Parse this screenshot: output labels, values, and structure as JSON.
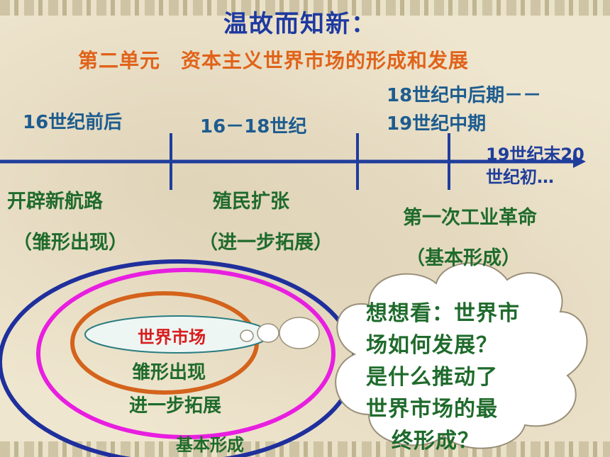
{
  "title": "温故而知新：",
  "subtitle": "第二单元　资本主义世界市场的形成和发展",
  "timeline": {
    "periods": [
      "16世纪前后",
      "16－18世纪",
      "18世纪中后期－－",
      "19世纪中期",
      "19世纪末20",
      "世纪初…"
    ],
    "events": [
      "开辟新航路",
      "殖民扩张",
      "第一次工业革命"
    ],
    "stages": [
      "（雏形出现）",
      "（进一步拓展）",
      "（基本形成）"
    ]
  },
  "diagram": {
    "center_label": "世界市场",
    "stage_labels": [
      "雏形出现",
      "进一步拓展",
      "基本形成"
    ]
  },
  "cloud": {
    "lines": [
      "想想看：世界市",
      "场如何发展？",
      "是什么推动了",
      "世界市场的最",
      "终形成？"
    ]
  },
  "colors": {
    "title": "#1e3aa0",
    "subtitle": "#e0631a",
    "timeline_axis": "#1f3d9c",
    "outer_ellipse": "#1f2f9c",
    "middle_ellipse": "#e81ee0",
    "inner_ellipse": "#d4631c",
    "center_label": "#d81c1c"
  }
}
